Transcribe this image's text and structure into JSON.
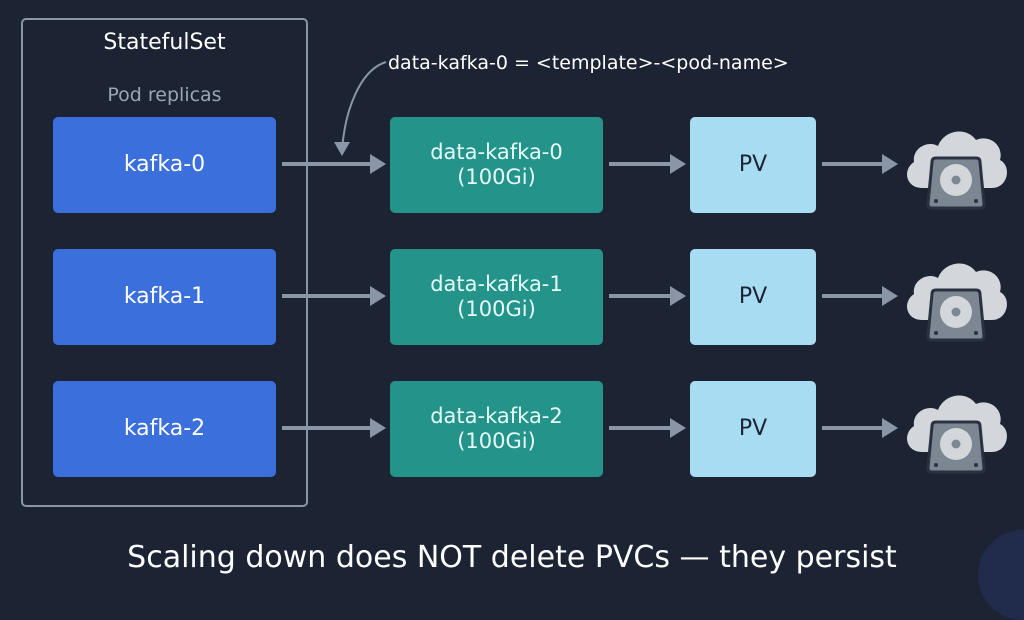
{
  "statefulset": {
    "title": "StatefulSet",
    "subtitle": "Pod replicas"
  },
  "annotation": "data-kafka-0 = <template>-<pod-name>",
  "rows": [
    {
      "pod": "kafka-0",
      "pvc_name": "data-kafka-0",
      "pvc_size": "(100Gi)",
      "pv": "PV",
      "storage_icon": "cloud-disk-icon"
    },
    {
      "pod": "kafka-1",
      "pvc_name": "data-kafka-1",
      "pvc_size": "(100Gi)",
      "pv": "PV",
      "storage_icon": "cloud-disk-icon"
    },
    {
      "pod": "kafka-2",
      "pvc_name": "data-kafka-2",
      "pvc_size": "(100Gi)",
      "pv": "PV",
      "storage_icon": "cloud-disk-icon"
    }
  ],
  "caption": "Scaling down does NOT delete PVCs — they persist",
  "colors": {
    "background": "#1c2333",
    "pod": "#3b6fdb",
    "pvc": "#24948a",
    "pv": "#a8dcf3",
    "arrow": "#8a96a6",
    "cloud": "#d3d7dc",
    "disk": "#7d8794"
  }
}
